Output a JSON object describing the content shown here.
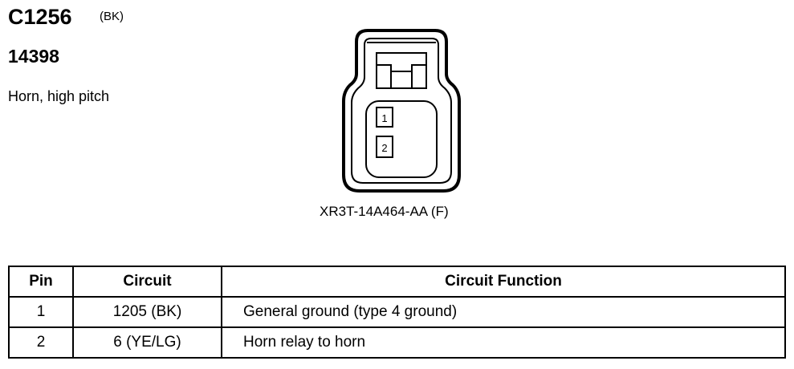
{
  "connector": {
    "id": "C1256",
    "color": "(BK)",
    "part_number": "14398",
    "description": "Horn, high pitch",
    "connector_part": "XR3T-14A464-AA (F)",
    "pins": [
      "1",
      "2"
    ]
  },
  "table": {
    "headers": [
      "Pin",
      "Circuit",
      "Circuit Function"
    ],
    "rows": [
      {
        "pin": "1",
        "circuit": "1205 (BK)",
        "function": "General ground (type 4 ground)"
      },
      {
        "pin": "2",
        "circuit": "6 (YE/LG)",
        "function": "Horn relay to horn"
      }
    ]
  }
}
